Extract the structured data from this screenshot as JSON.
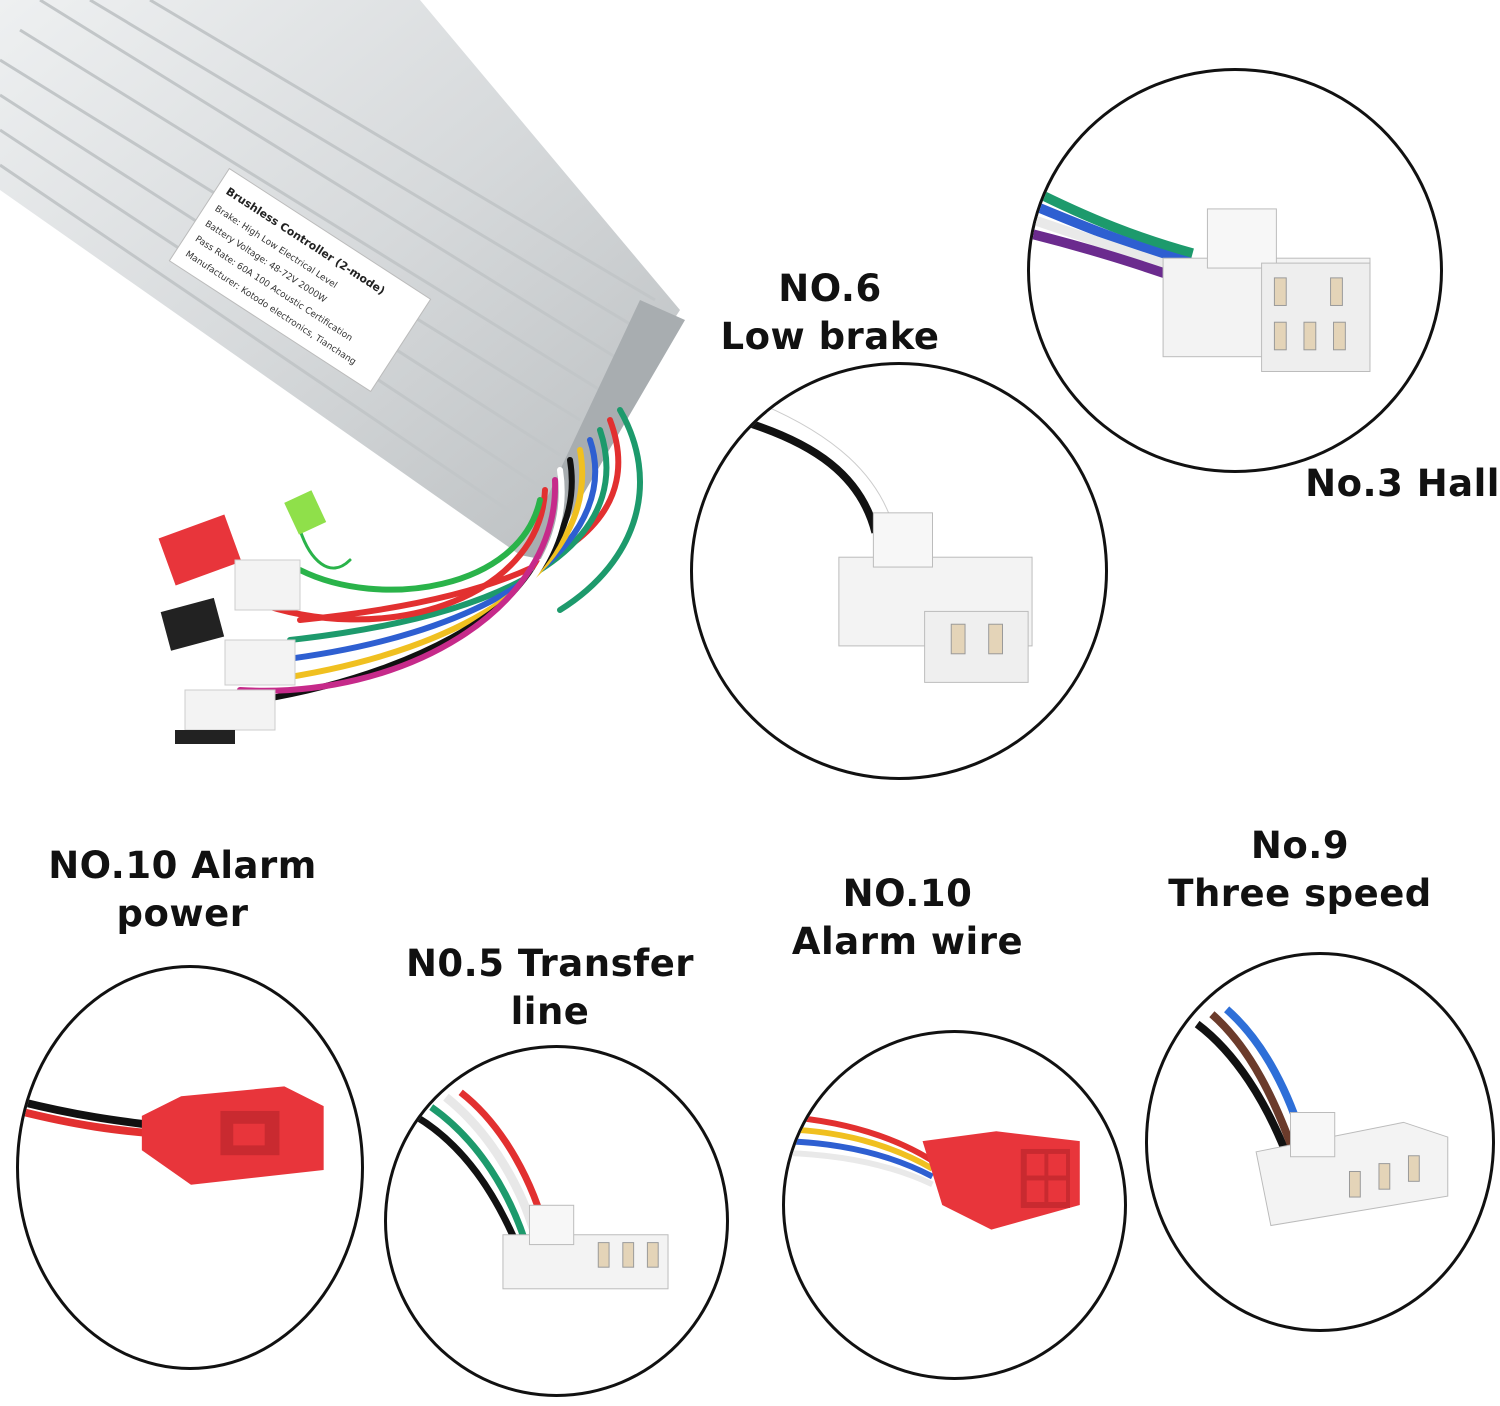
{
  "controller": {
    "sticker_lines": [
      "Brushless Controller (2-mode)",
      "Brake: High Low Electrical Level",
      "Battery Voltage: 48-72V 2000W",
      "Pass Rate: 60A 100 Acoustic Certification",
      "Manufacturer: Kotodo electronics, Tianchang"
    ]
  },
  "connectors": {
    "hall": {
      "label": "No.3 Hall"
    },
    "low_brake": {
      "line1": "NO.6",
      "line2": "Low brake"
    },
    "alarm_power": {
      "line1": "NO.10 Alarm",
      "line2": "power"
    },
    "transfer_line": {
      "line1": "N0.5 Transfer",
      "line2": "line"
    },
    "alarm_wire": {
      "line1": "NO.10",
      "line2": "Alarm wire"
    },
    "three_speed": {
      "line1": "No.9",
      "line2": "Three speed"
    }
  },
  "colors": {
    "housing": "#d9dcde",
    "connector_white": "#f3f3f3",
    "connector_red": "#e8353b",
    "outline": "#111111"
  }
}
